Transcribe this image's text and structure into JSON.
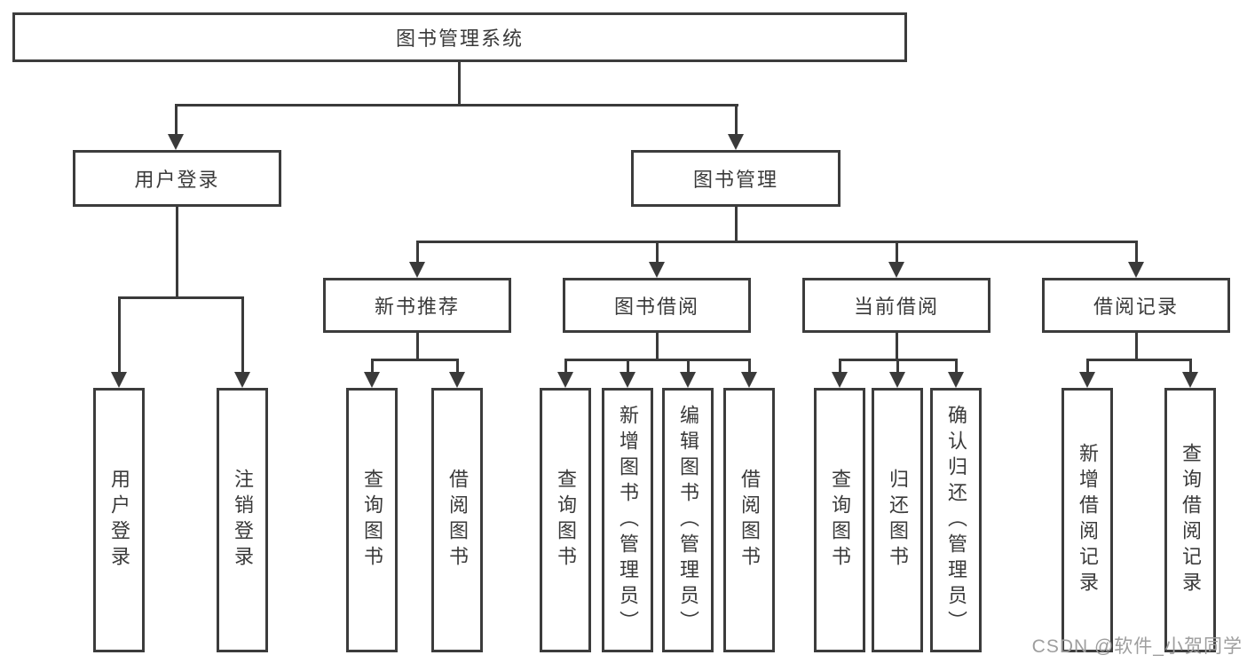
{
  "tree": {
    "root": {
      "label": "图书管理系统",
      "children": [
        {
          "label": "用户登录",
          "children": [
            {
              "label": "用户登录"
            },
            {
              "label": "注销登录"
            }
          ]
        },
        {
          "label": "图书管理",
          "children": [
            {
              "label": "新书推荐",
              "children": [
                {
                  "label": "查询图书"
                },
                {
                  "label": "借阅图书"
                }
              ]
            },
            {
              "label": "图书借阅",
              "children": [
                {
                  "label": "查询图书"
                },
                {
                  "label": "新增图书（管理员）"
                },
                {
                  "label": "编辑图书（管理员）"
                },
                {
                  "label": "借阅图书"
                }
              ]
            },
            {
              "label": "当前借阅",
              "children": [
                {
                  "label": "查询图书"
                },
                {
                  "label": "归还图书"
                },
                {
                  "label": "确认归还（管理员）"
                }
              ]
            },
            {
              "label": "借阅记录",
              "children": [
                {
                  "label": "新增借阅记录"
                },
                {
                  "label": "查询借阅记录"
                }
              ]
            }
          ]
        }
      ]
    }
  },
  "watermark": "CSDN @软件_小贺同学",
  "colors": {
    "line": "#3a3a3a",
    "border": "#3c3c3c",
    "text": "#3a3a3a",
    "watermark": "#9e9e9e",
    "background": "#ffffff"
  }
}
